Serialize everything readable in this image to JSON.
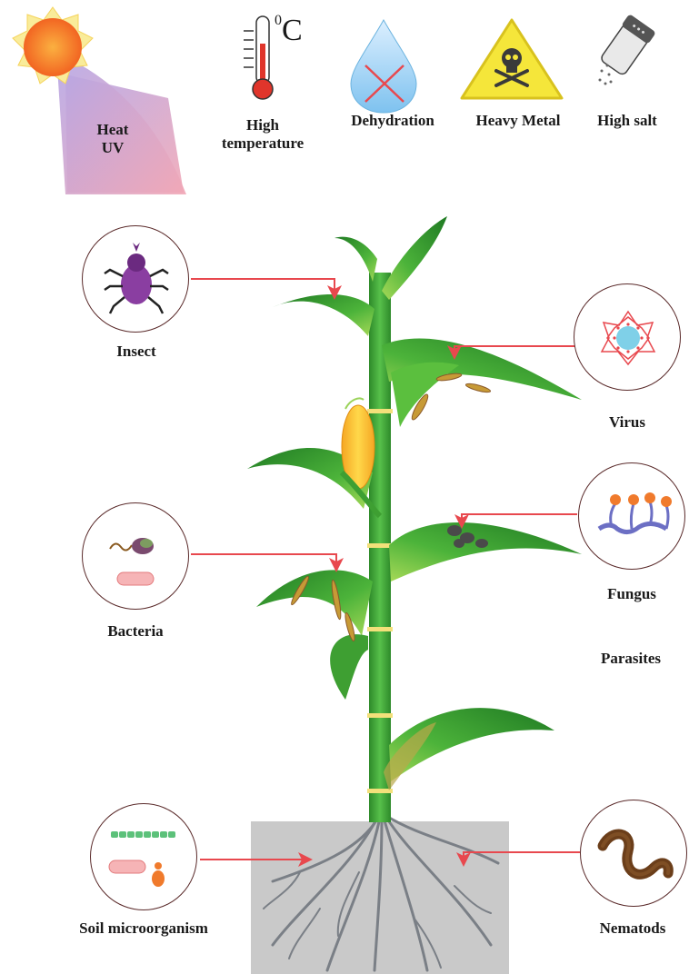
{
  "abiotic": {
    "sun": {
      "line1": "Heat",
      "line2": "UV"
    },
    "temperature": {
      "unit": "0C",
      "unit_sup": "0",
      "unit_main": "C",
      "line1": "High",
      "line2": "temperature"
    },
    "dehydration": {
      "label": "Dehydration"
    },
    "heavy_metal": {
      "label": "Heavy Metal"
    },
    "high_salt": {
      "label": "High salt"
    }
  },
  "biotic": {
    "insect": {
      "label": "Insect"
    },
    "virus": {
      "label": "Virus"
    },
    "fungus": {
      "label": "Fungus"
    },
    "parasites": {
      "label": "Parasites"
    },
    "bacteria": {
      "label": "Bacteria"
    },
    "soil": {
      "label": "Soil microorganism"
    },
    "nematods": {
      "label": "Nematods"
    }
  },
  "colors": {
    "arrow": "#e8484e",
    "leaf_dark": "#2f8f2a",
    "leaf_light": "#8fd14f",
    "stem": "#3aa832",
    "soil": "#c9c9c9",
    "root": "#7a7f86",
    "sun": "#f7901e",
    "sun_rays": "#f7e48a"
  }
}
